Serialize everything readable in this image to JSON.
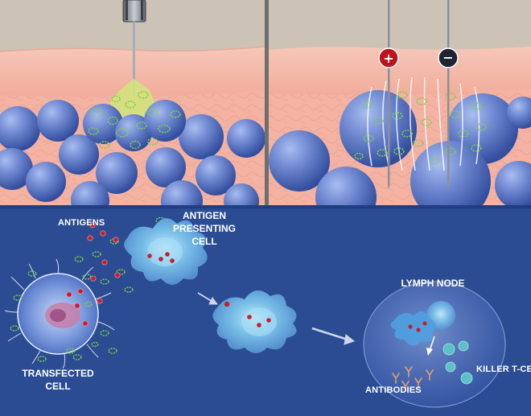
{
  "labels": {
    "antigens": "ANTIGENS",
    "apc": [
      "ANTIGEN",
      "PRESENTING",
      "CELL"
    ],
    "transfected": [
      "TRANSFECTED",
      "CELL"
    ],
    "lymph_node": "LYMPH NODE",
    "killer": "KILLER T-CELLS",
    "antibodies": "ANTIBODIES"
  },
  "electrodes": {
    "positive": "+",
    "negative": "−"
  },
  "colors": {
    "muscle_bg": "#f4b4a4",
    "skin_top": "#cfc3b7",
    "lower_bg": "#2b4c93",
    "cell_blue": "#5873bf",
    "antigen_red": "#c81e2c",
    "plasmid_green": "#8ccf49",
    "electrode_red": "#c0121c",
    "electrode_dark": "#1f2432"
  }
}
